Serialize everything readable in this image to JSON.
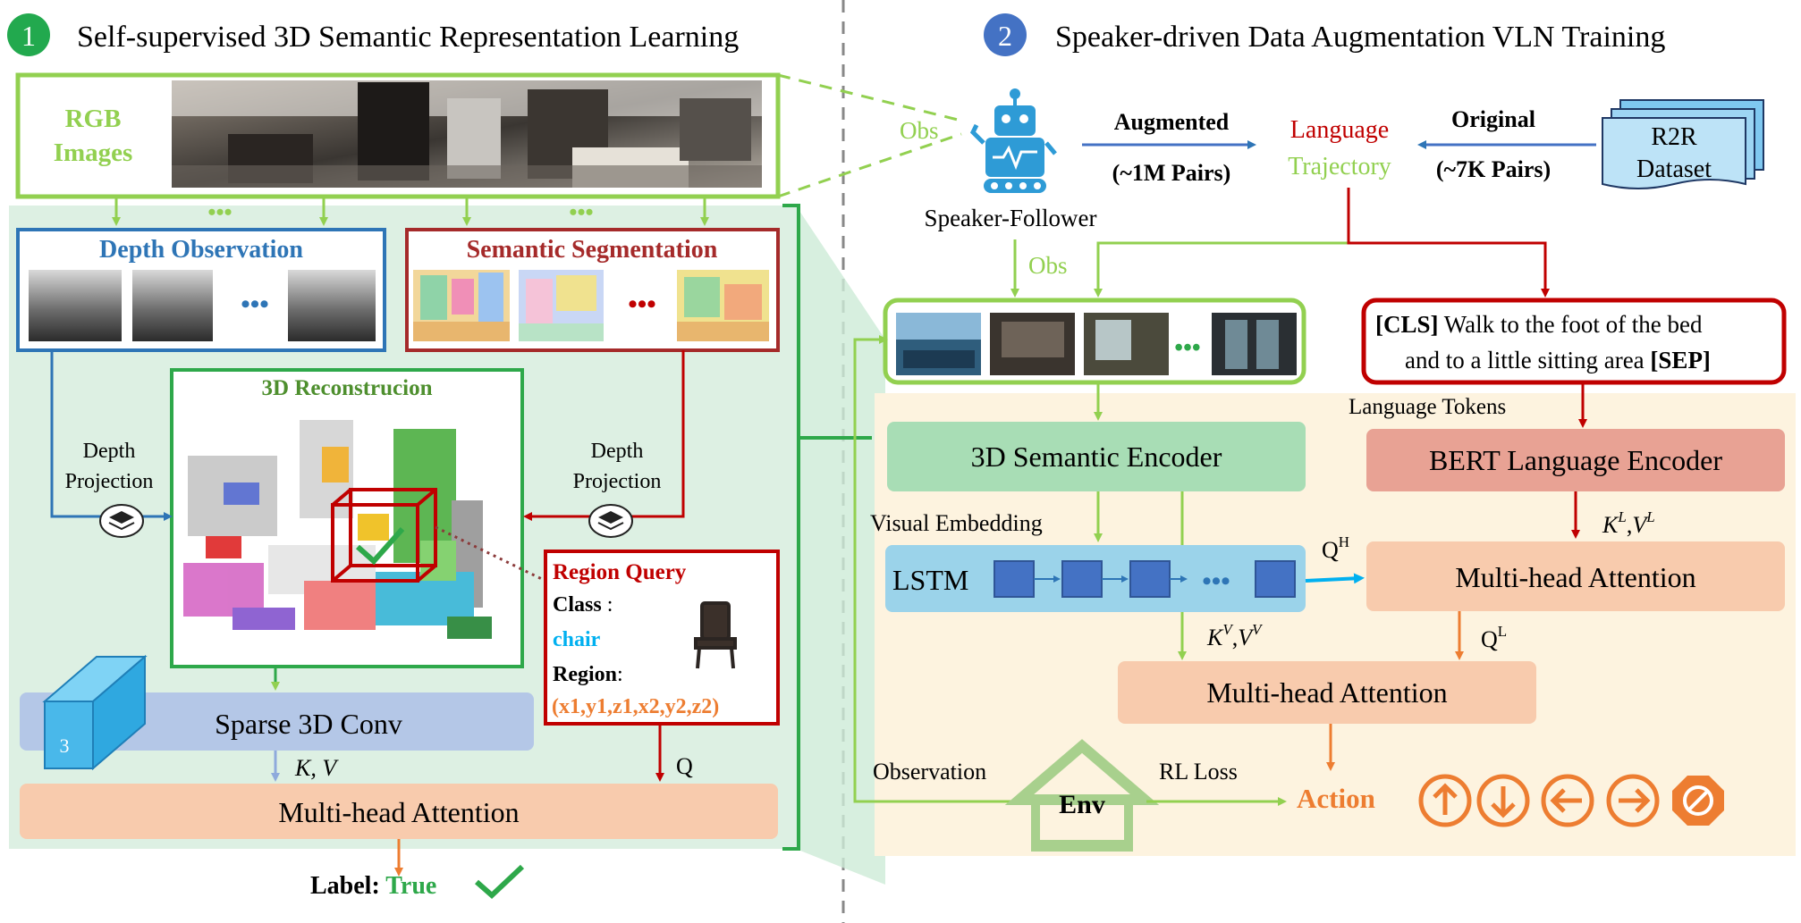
{
  "section1": {
    "number": "1",
    "title": "Self-supervised 3D Semantic Representation Learning"
  },
  "section2": {
    "number": "2",
    "title": "Speaker-driven Data Augmentation VLN Training"
  },
  "rgb": {
    "label_line1": "RGB",
    "label_line2": "Images",
    "dots": "•••"
  },
  "depth_obs": {
    "title": "Depth Observation",
    "dots": "•••"
  },
  "semseg": {
    "title": "Semantic Segmentation",
    "dots": "•••"
  },
  "recon": {
    "title": "3D Reconstrucion"
  },
  "depth_proj_left": {
    "line1": "Depth",
    "line2": "Projection"
  },
  "depth_proj_right": {
    "line1": "Depth",
    "line2": "Projection"
  },
  "region_query": {
    "title": "Region Query",
    "class_label": "Class",
    "class_sep": " :",
    "class_value": "chair",
    "region_label": "Region",
    "region_sep": ":",
    "region_value": "(x1,y1,z1,x2,y2,z2)"
  },
  "sparse_conv": {
    "label": "Sparse 3D Conv",
    "cube_number": "3"
  },
  "kv_left": "K, V",
  "q_left": "Q",
  "mha_left": "Multi-head Attention",
  "label_true": {
    "label": "Label",
    "sep": ": ",
    "value": "True"
  },
  "speaker": {
    "obs_top": "Obs",
    "name": "Speaker-Follower",
    "obs_bottom": "Obs",
    "augmented": "Augmented",
    "augmented_pairs": "(~1M Pairs)",
    "language": "Language",
    "trajectory": "Trajectory",
    "original": "Original",
    "original_pairs": "(~7K Pairs)",
    "dataset_line1": "R2R",
    "dataset_line2": "Dataset"
  },
  "instruction": {
    "cls": "[CLS]",
    "text1": " Walk to the foot of the bed",
    "text2": "and to a little sitting area ",
    "sep": "[SEP]"
  },
  "obs_dots": "•••",
  "language_tokens": "Language  Tokens",
  "semantic_encoder": "3D Semantic Encoder",
  "bert_encoder": "BERT Language Encoder",
  "visual_embedding": "Visual Embedding",
  "lstm": {
    "label": "LSTM",
    "dots": "•••"
  },
  "qh": {
    "base": "Q",
    "sup": "H"
  },
  "kl_vl": {
    "k": "K",
    "ksup": "L",
    "comma": ",",
    "v": "V",
    "vsup": "L"
  },
  "mha_right_top": "Multi-head Attention",
  "kv_vv": {
    "k": "K",
    "ksup": "V",
    "comma": ",",
    "v": "V",
    "vsup": "V"
  },
  "ql": {
    "base": "Q",
    "sup": "L"
  },
  "mha_right_bottom": "Multi-head Attention",
  "observation": "Observation",
  "env": "Env",
  "rl_loss": "RL Loss",
  "action": "Action",
  "action_icons": [
    "arrow-up-icon",
    "arrow-down-icon",
    "arrow-left-icon",
    "arrow-right-icon",
    "stop-icon"
  ],
  "colors": {
    "green_light": "#92D050",
    "green_dark": "#2EA84A",
    "blue_box": "#2E75B6",
    "red_box": "#C00000",
    "orange": "#ED7D31",
    "section1_badge": "#22A94E",
    "section2_badge": "#4472C4",
    "panel_green": "#DDF0E3",
    "panel_orange": "#FDF3DF",
    "encoder_green": "#A8DDB5",
    "bert_red": "#E8A294",
    "lstm_blue": "#9BD3EA",
    "mha_orange": "#F8CBAD",
    "sparse_blue": "#B4C7E7"
  }
}
